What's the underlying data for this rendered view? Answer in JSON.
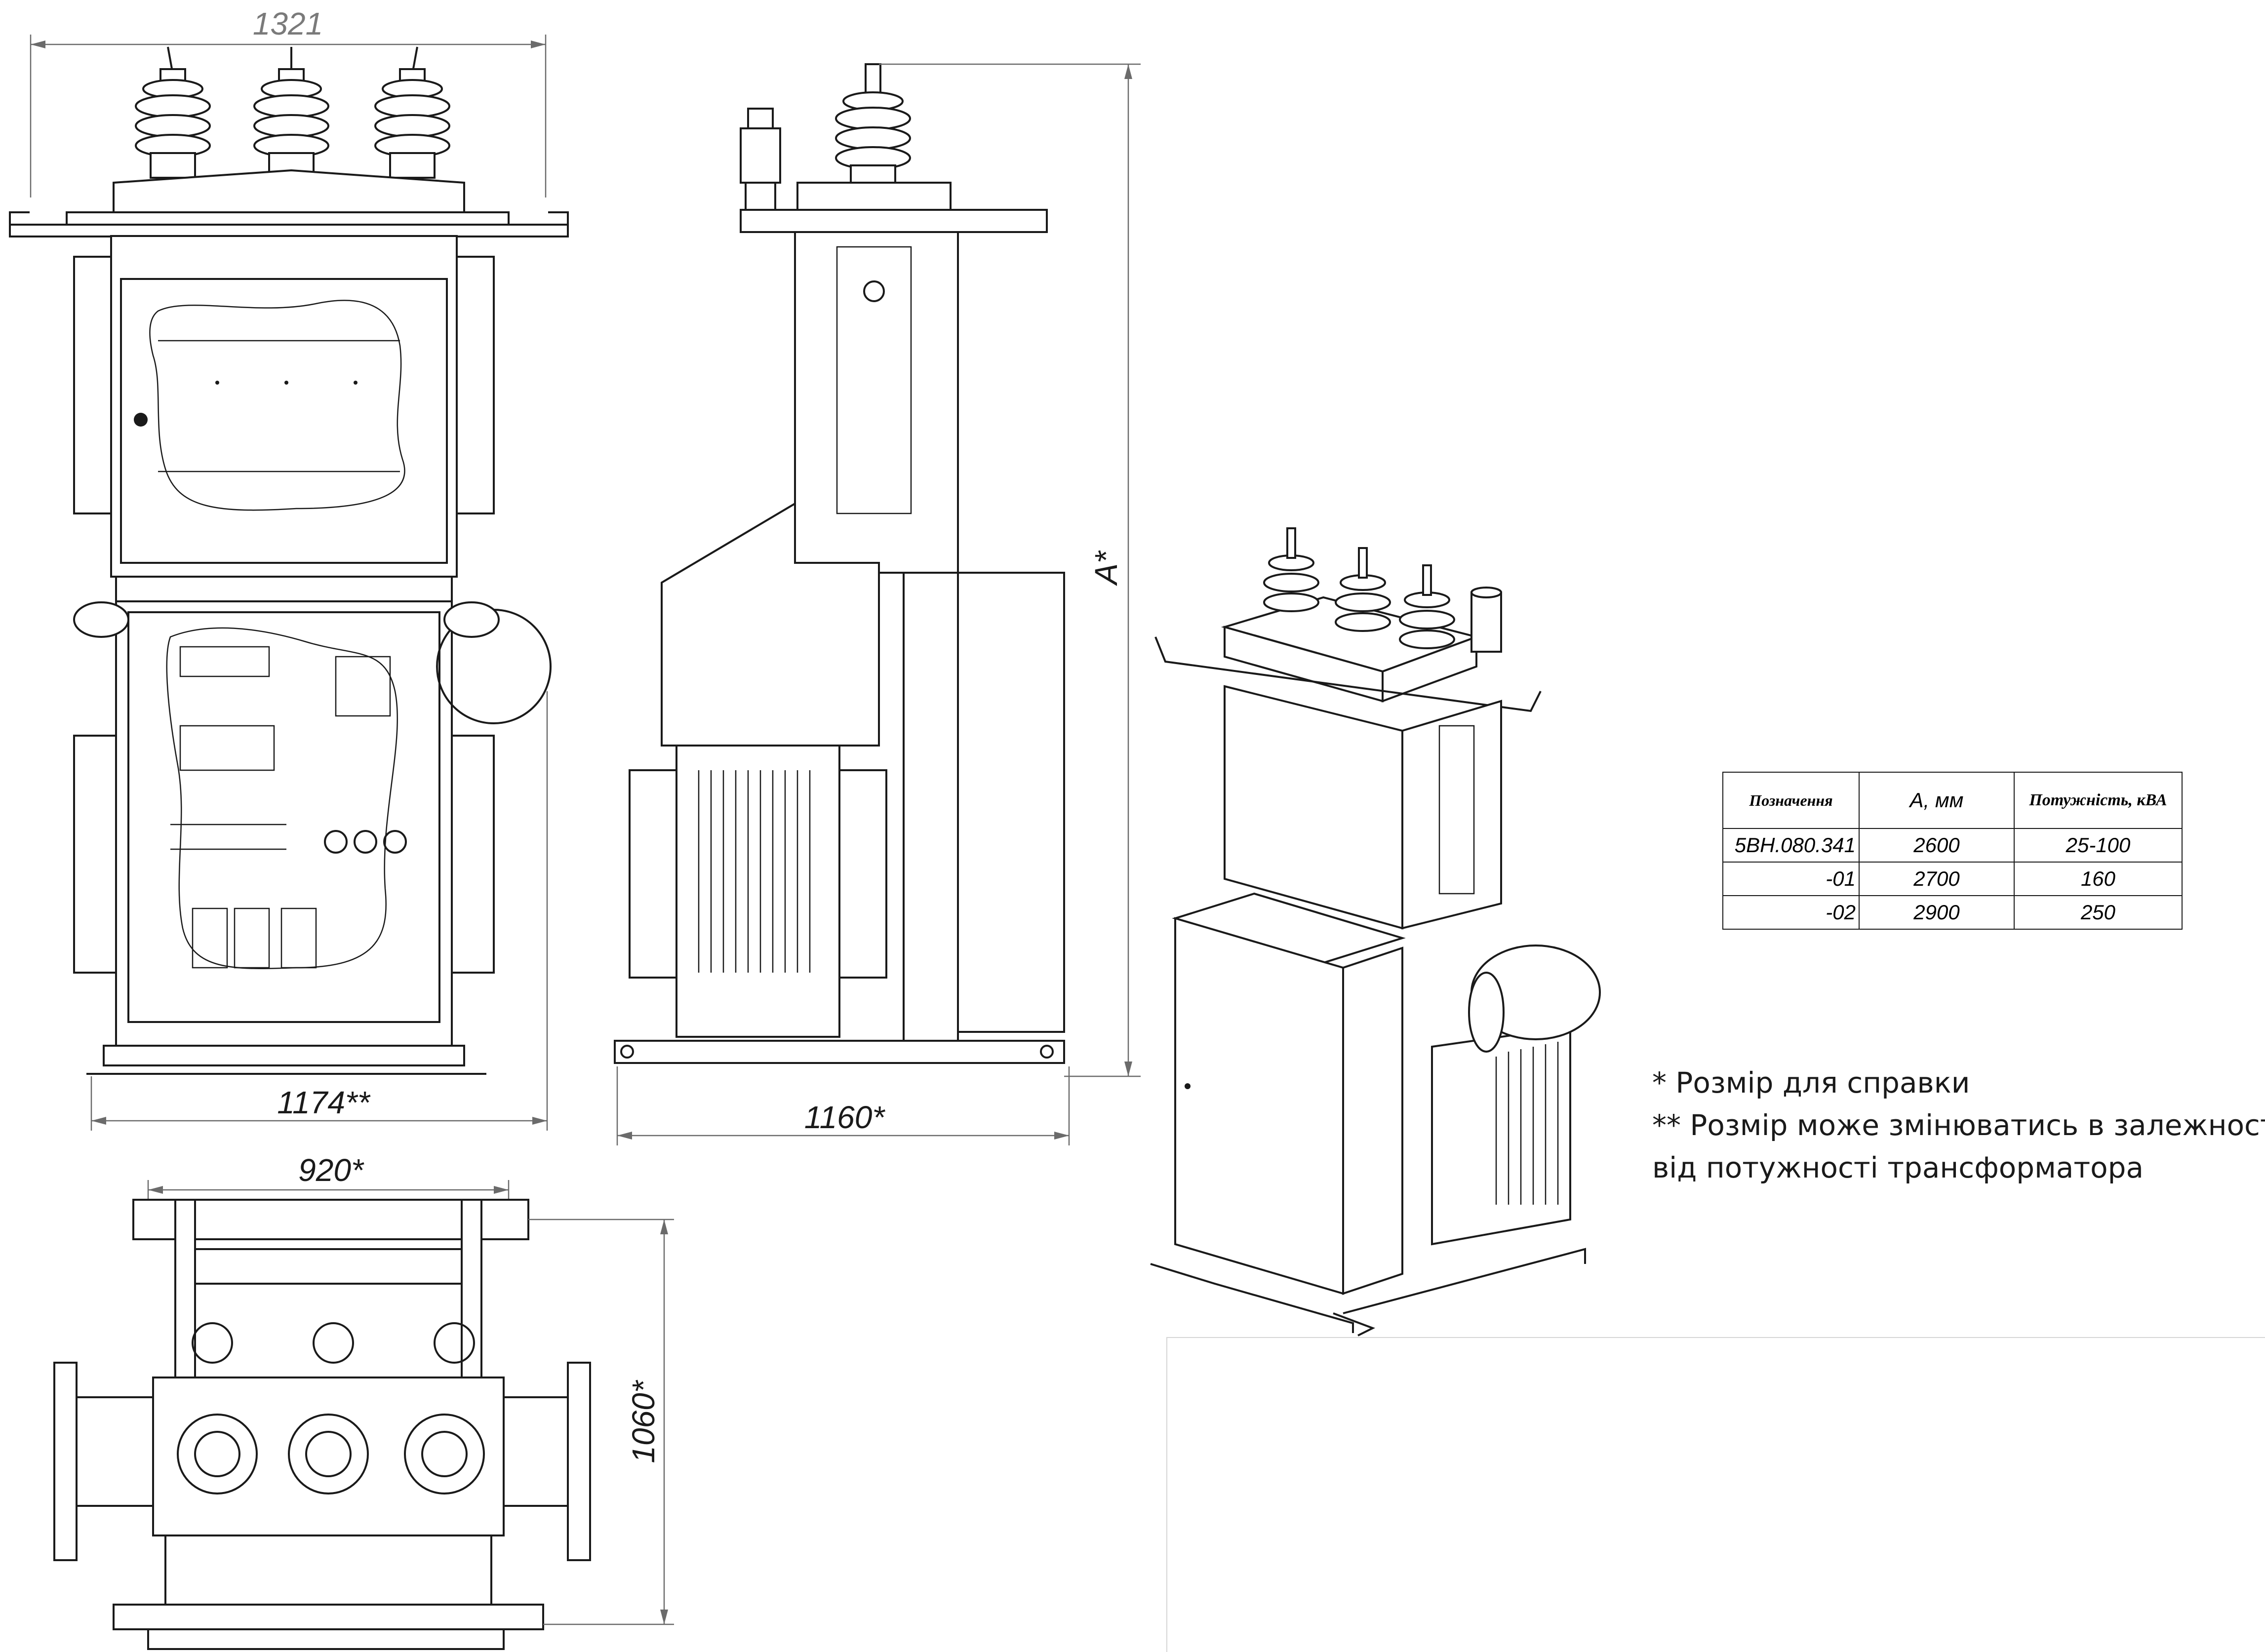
{
  "dimensions": {
    "front_width_top": "1321",
    "front_width_base": "1174**",
    "side_height": "A*",
    "side_width": "1160*",
    "plan_width": "920*",
    "plan_depth": "1060*"
  },
  "spec_table": {
    "headers": [
      "Позначення",
      "А, мм",
      "Потужність, кВА"
    ],
    "rows": [
      [
        "5ВН.080.341",
        "2600",
        "25-100"
      ],
      [
        "-01",
        "2700",
        "160"
      ],
      [
        "-02",
        "2900",
        "250"
      ]
    ]
  },
  "notes": [
    "* Розмір для справки",
    "** Розмір може змінюватись в залежності",
    "від потужності трансформатора"
  ]
}
